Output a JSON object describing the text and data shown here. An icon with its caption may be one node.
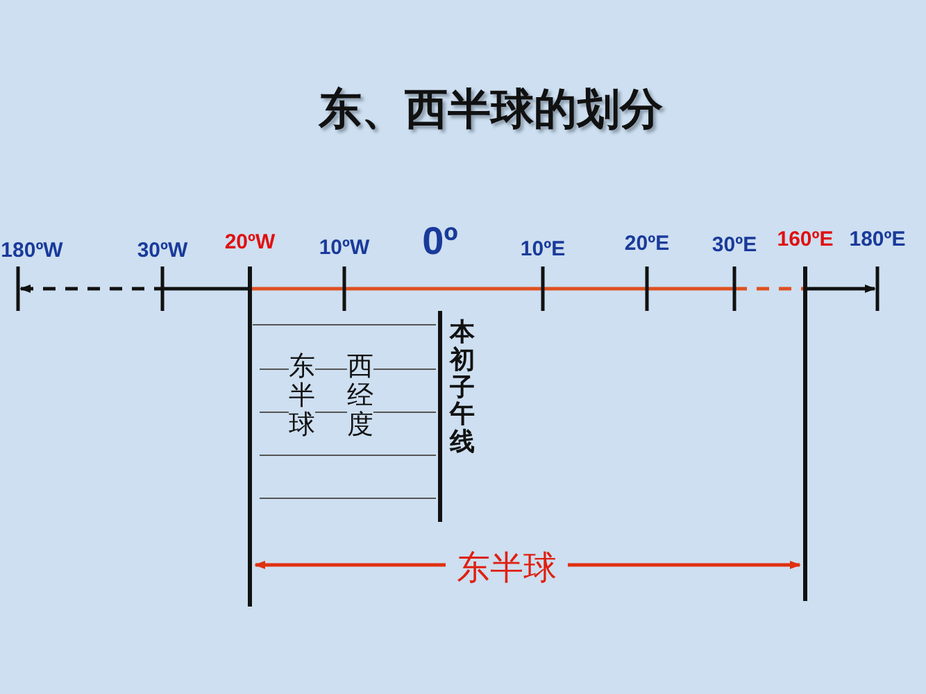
{
  "diagram": {
    "title": "东、西半球的划分",
    "labels": [
      "180ºW",
      "30ºW",
      "20ºW",
      "10ºW",
      "0º",
      "10ºE",
      "20ºE",
      "30ºE",
      "160ºE",
      "180ºE",
      "东半球",
      "西经度",
      "本初子午线",
      "东半球"
    ]
  }
}
